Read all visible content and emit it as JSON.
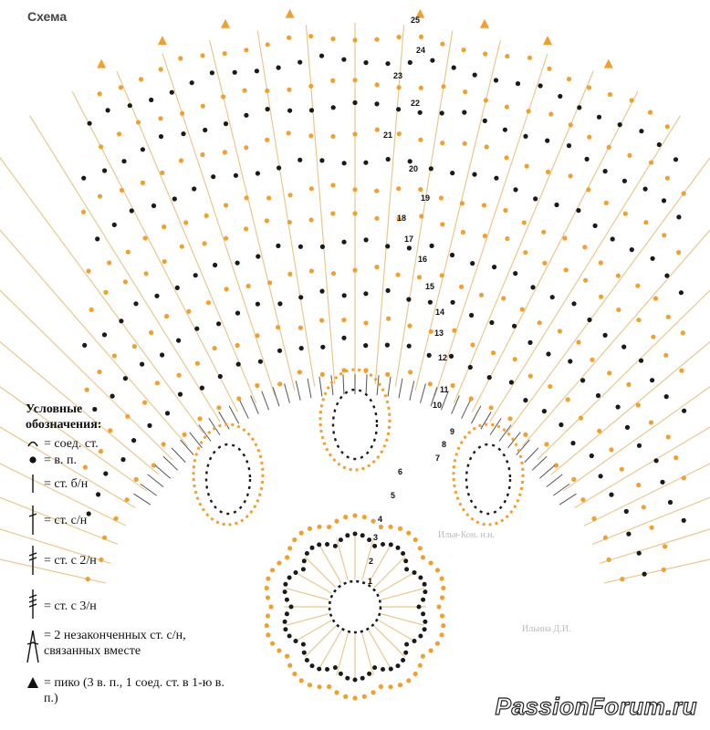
{
  "title": "Схема",
  "legend": {
    "heading": "Условные обозначения:",
    "items": [
      {
        "symbol": "slip-stitch",
        "text": "= соед. ст."
      },
      {
        "symbol": "chain",
        "text": "= в. п."
      },
      {
        "symbol": "single-crochet",
        "text": "= ст. б/н"
      },
      {
        "symbol": "double-crochet",
        "text": "= ст. с/н"
      },
      {
        "symbol": "treble-crochet",
        "text": "= ст. с 2/н"
      },
      {
        "symbol": "double-treble-crochet",
        "text": "= ст. с 3/н"
      },
      {
        "symbol": "dc2tog",
        "text": "= 2 незаконченных ст. с/н, связанных вместе"
      },
      {
        "symbol": "picot",
        "text": "= пико (3 в. п., 1 соед. ст. в 1-ю в. п.)"
      }
    ]
  },
  "row_numbers": [
    "1",
    "2",
    "3",
    "4",
    "5",
    "6",
    "7",
    "8",
    "9",
    "10",
    "11",
    "12",
    "13",
    "14",
    "15",
    "16",
    "17",
    "18",
    "19",
    "20",
    "21",
    "22",
    "23",
    "24",
    "25"
  ],
  "colors": {
    "orange": "#f0a030",
    "black": "#1a1a1a",
    "stitch": "#e8c890",
    "stitch_dark": "#555555"
  },
  "watermark": "PassionForum.ru",
  "faint_text": [
    "Илья-Кон. н.н.",
    "Ильина Д.И."
  ]
}
